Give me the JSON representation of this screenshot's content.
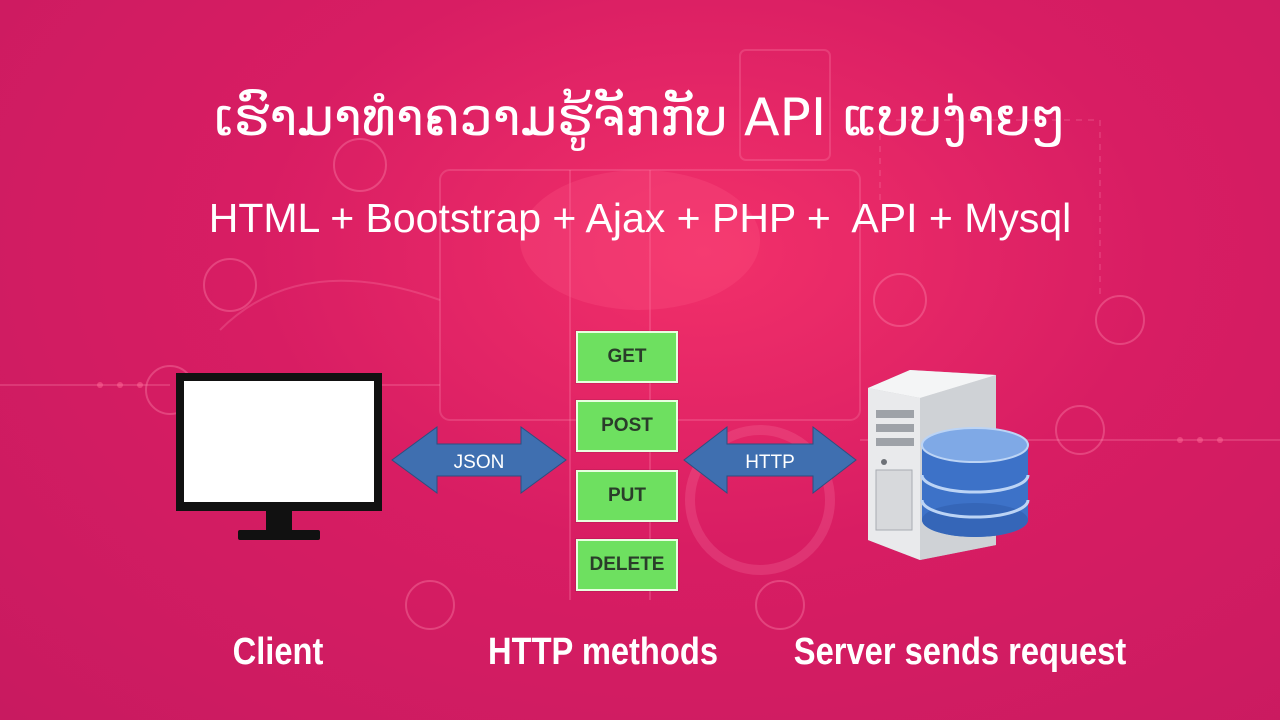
{
  "title": "ເຮົາມາທຳຄວາມຮູ້ຈັກກັບ API ແບບງ່າຍໆ",
  "subtitle": "HTML + Bootstrap + Ajax + PHP +  API + Mysql",
  "diagram": {
    "client_label": "Client",
    "methods_label": "HTTP methods",
    "server_label": "Server sends request",
    "left_arrow_label": "JSON",
    "right_arrow_label": "HTTP",
    "methods": [
      "GET",
      "POST",
      "PUT",
      "DELETE"
    ]
  },
  "colors": {
    "background": "#d81d63",
    "method_box": "#6ee060",
    "arrow": "#3f6fb0",
    "database": "#3d72c8"
  },
  "icons": [
    "monitor-icon",
    "server-tower-icon",
    "database-icon",
    "double-arrow-icon"
  ]
}
